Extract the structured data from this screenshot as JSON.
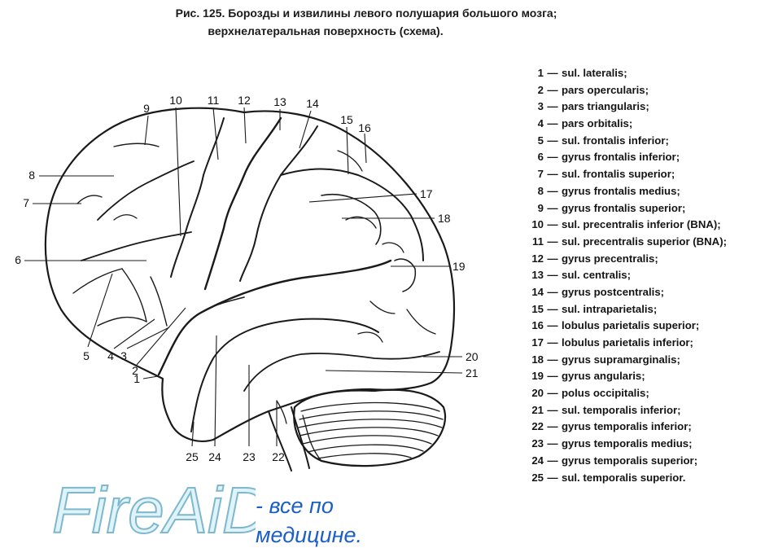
{
  "caption": {
    "line1": "Рис. 125. Борозды и извилины левого полушария большого мозга;",
    "line2": "верхнелатеральная поверхность (схема)."
  },
  "diagram_labels": [
    "1",
    "2",
    "3",
    "4",
    "5",
    "6",
    "7",
    "8",
    "9",
    "10",
    "11",
    "12",
    "13",
    "14",
    "15",
    "16",
    "17",
    "18",
    "19",
    "20",
    "21",
    "22",
    "23",
    "24",
    "25"
  ],
  "legend": [
    {
      "num": "1",
      "text": "sul. lateralis;"
    },
    {
      "num": "2",
      "text": "pars opercularis;"
    },
    {
      "num": "3",
      "text": "pars triangularis;"
    },
    {
      "num": "4",
      "text": "pars orbitalis;"
    },
    {
      "num": "5",
      "text": "sul. frontalis inferior;"
    },
    {
      "num": "6",
      "text": "gyrus frontalis inferior;"
    },
    {
      "num": "7",
      "text": "sul. frontalis superior;"
    },
    {
      "num": "8",
      "text": "gyrus frontalis medius;"
    },
    {
      "num": "9",
      "text": "gyrus frontalis superior;"
    },
    {
      "num": "10",
      "text": "sul. precentralis inferior (BNA);"
    },
    {
      "num": "11",
      "text": "sul. precentralis superior (BNA);"
    },
    {
      "num": "12",
      "text": "gyrus precentralis;"
    },
    {
      "num": "13",
      "text": "sul. centralis;"
    },
    {
      "num": "14",
      "text": "gyrus postcentralis;"
    },
    {
      "num": "15",
      "text": "sul. intraparietalis;"
    },
    {
      "num": "16",
      "text": "lobulus parietalis superior;"
    },
    {
      "num": "17",
      "text": "lobulus parietalis inferior;"
    },
    {
      "num": "18",
      "text": "gyrus supramarginalis;"
    },
    {
      "num": "19",
      "text": "gyrus angularis;"
    },
    {
      "num": "20",
      "text": "polus occipitalis;"
    },
    {
      "num": "21",
      "text": "sul. temporalis inferior;"
    },
    {
      "num": "22",
      "text": "gyrus temporalis inferior;"
    },
    {
      "num": "23",
      "text": "gyrus temporalis medius;"
    },
    {
      "num": "24",
      "text": "gyrus temporalis superior;"
    },
    {
      "num": "25",
      "text": "sul. temporalis superior."
    }
  ],
  "watermark": {
    "logo": "FireAiD",
    "tagline1": "- все по",
    "tagline2": "медицине.",
    "color": "#1b5fc4",
    "logo_fill": "#dff3fa",
    "logo_stroke": "#7fb8cc"
  }
}
